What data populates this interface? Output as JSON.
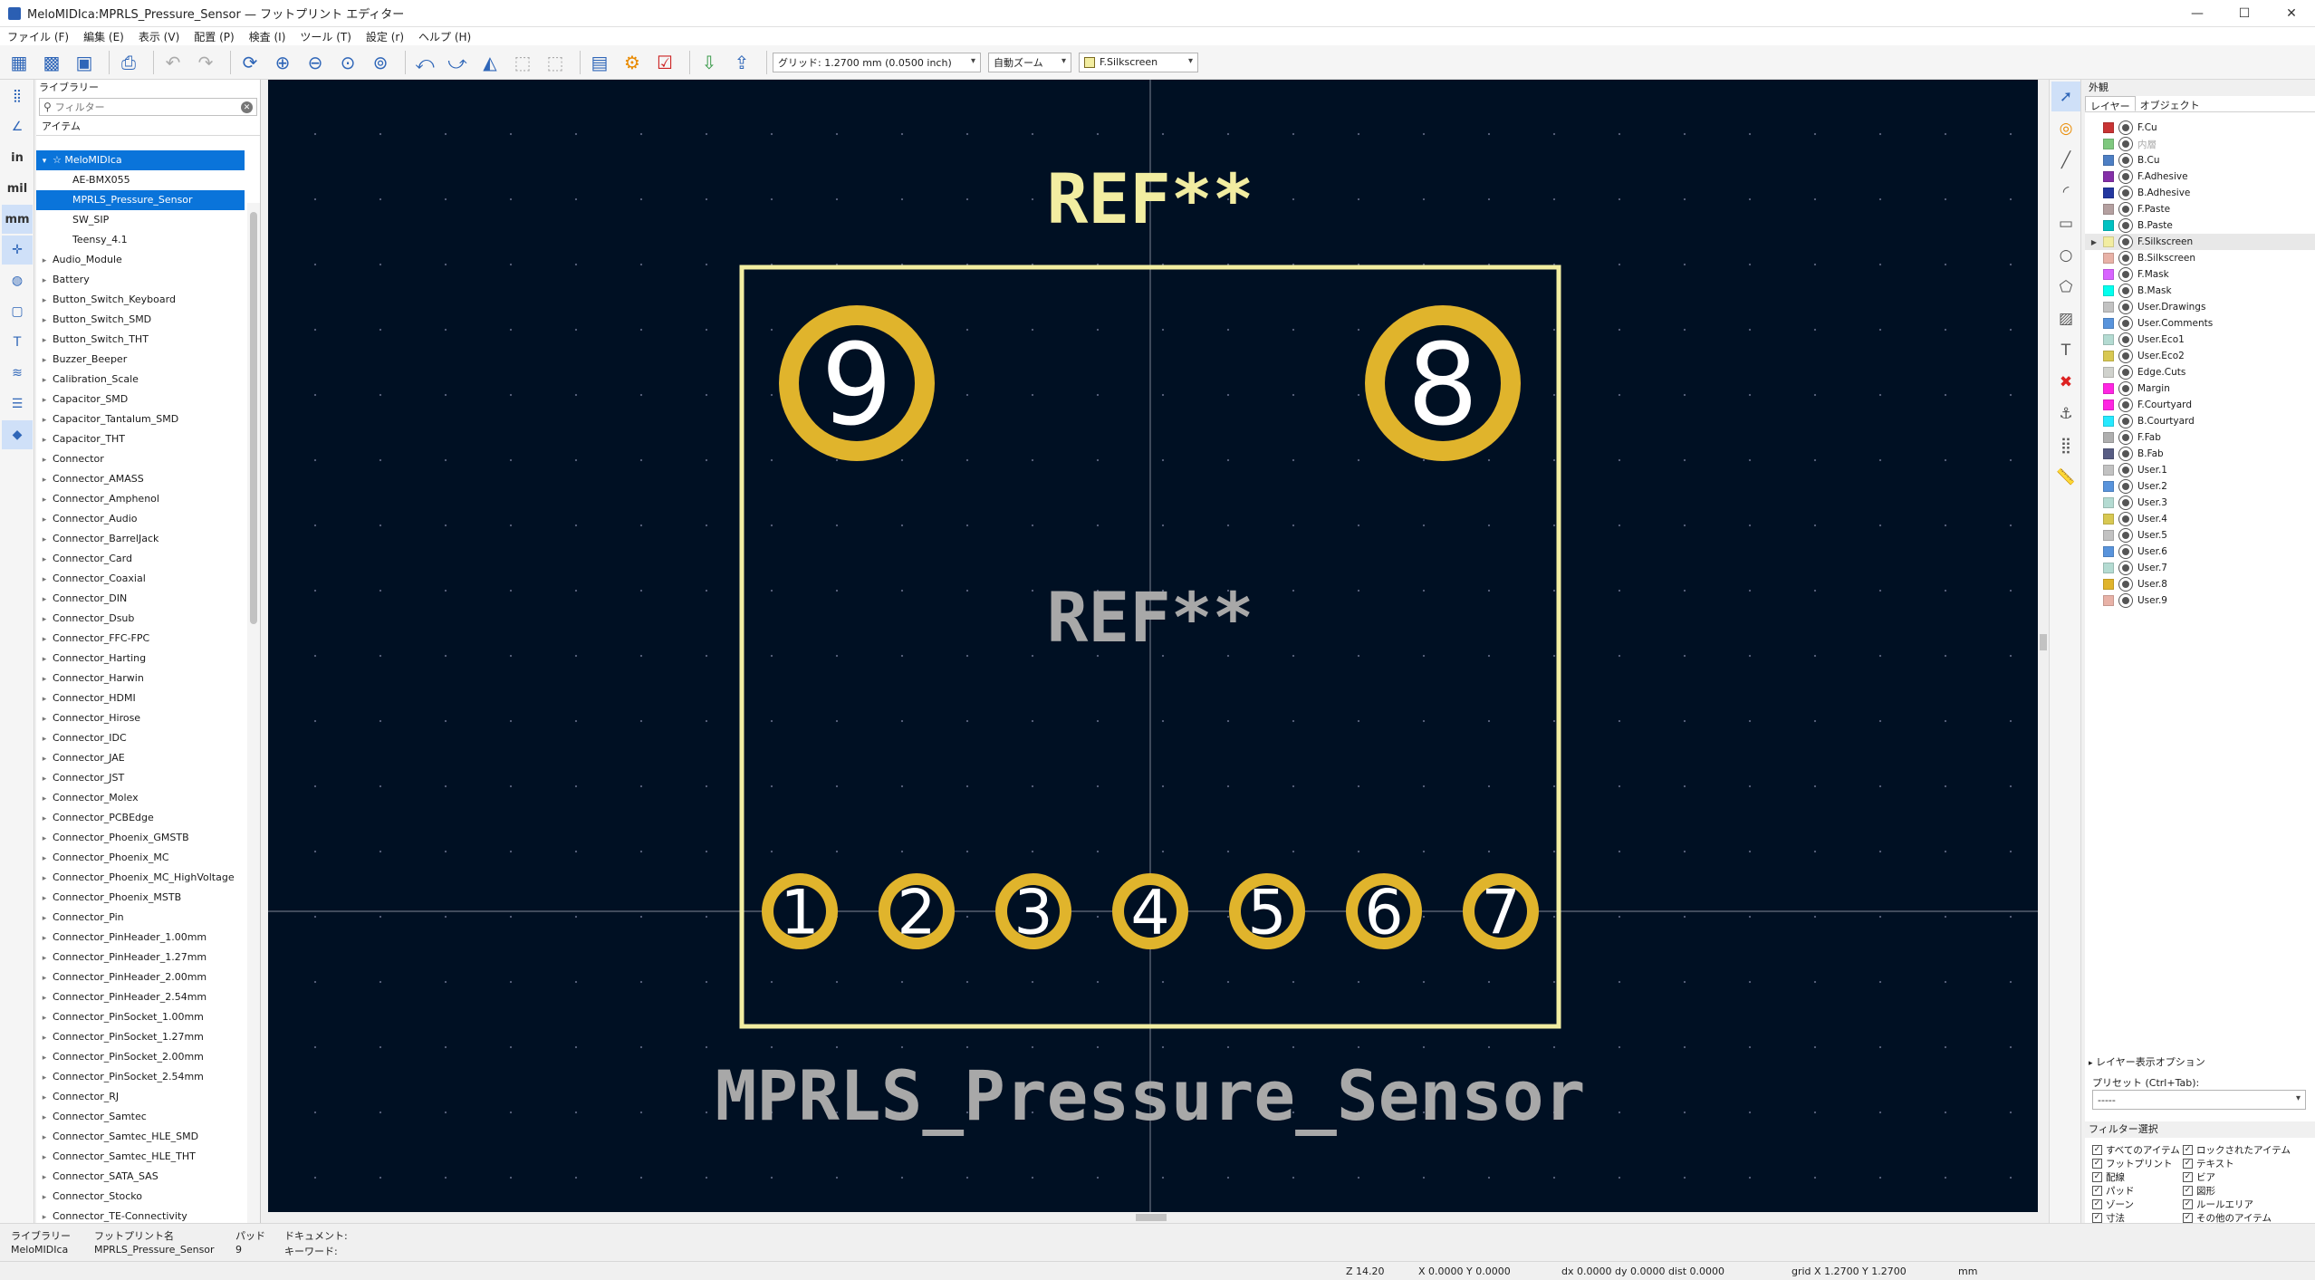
{
  "window": {
    "title": "MeloMIDIca:MPRLS_Pressure_Sensor — フットプリント エディター",
    "controls": [
      "—",
      "☐",
      "✕"
    ]
  },
  "menu": [
    "ファイル (F)",
    "編集 (E)",
    "表示 (V)",
    "配置 (P)",
    "検査 (I)",
    "ツール (T)",
    "設定 (r)",
    "ヘルプ (H)"
  ],
  "toolbar": {
    "grid_value": "グリッド: 1.2700 mm (0.0500 inch)",
    "zoom_value": "自動ズーム",
    "layer_value": "F.Silkscreen",
    "layer_color": "#f2eda1"
  },
  "left_tools": [
    "in",
    "mil",
    "mm"
  ],
  "library": {
    "panel_title": "ライブラリー",
    "filter_placeholder": "フィルター",
    "column_header": "アイテム",
    "root": "☆ MeloMIDIca",
    "children": [
      "AE-BMX055",
      "MPRLS_Pressure_Sensor",
      "SW_SIP",
      "Teensy_4.1"
    ],
    "items": [
      "Audio_Module",
      "Battery",
      "Button_Switch_Keyboard",
      "Button_Switch_SMD",
      "Button_Switch_THT",
      "Buzzer_Beeper",
      "Calibration_Scale",
      "Capacitor_SMD",
      "Capacitor_Tantalum_SMD",
      "Capacitor_THT",
      "Connector",
      "Connector_AMASS",
      "Connector_Amphenol",
      "Connector_Audio",
      "Connector_BarrelJack",
      "Connector_Card",
      "Connector_Coaxial",
      "Connector_DIN",
      "Connector_Dsub",
      "Connector_FFC-FPC",
      "Connector_Harting",
      "Connector_Harwin",
      "Connector_HDMI",
      "Connector_Hirose",
      "Connector_IDC",
      "Connector_JAE",
      "Connector_JST",
      "Connector_Molex",
      "Connector_PCBEdge",
      "Connector_Phoenix_GMSTB",
      "Connector_Phoenix_MC",
      "Connector_Phoenix_MC_HighVoltage",
      "Connector_Phoenix_MSTB",
      "Connector_Pin",
      "Connector_PinHeader_1.00mm",
      "Connector_PinHeader_1.27mm",
      "Connector_PinHeader_2.00mm",
      "Connector_PinHeader_2.54mm",
      "Connector_PinSocket_1.00mm",
      "Connector_PinSocket_1.27mm",
      "Connector_PinSocket_2.00mm",
      "Connector_PinSocket_2.54mm",
      "Connector_RJ",
      "Connector_Samtec",
      "Connector_Samtec_HLE_SMD",
      "Connector_Samtec_HLE_THT",
      "Connector_SATA_SAS",
      "Connector_Stocko",
      "Connector_TE-Connectivity"
    ]
  },
  "canvas": {
    "ref_top": "REF**",
    "ref_center": "REF**",
    "value_text": "MPRLS_Pressure_Sensor",
    "pads_bottom": [
      "1",
      "2",
      "3",
      "4",
      "5",
      "6",
      "7"
    ],
    "pads_top": [
      "9",
      "8"
    ],
    "colors": {
      "background": "#001023",
      "silkscreen": "#f2eda1",
      "pad": "#e0b42c",
      "fab_text": "#a8a8a8",
      "pad_number": "#ffffff"
    }
  },
  "appearance": {
    "panel_title": "外観",
    "tabs": [
      "レイヤー",
      "オブジェクト"
    ],
    "layers": [
      {
        "name": "F.Cu",
        "color": "#c83434"
      },
      {
        "name": "内層",
        "color": "#7fc87f",
        "dim": true
      },
      {
        "name": "B.Cu",
        "color": "#4d7fc4"
      },
      {
        "name": "F.Adhesive",
        "color": "#842fa8"
      },
      {
        "name": "B.Adhesive",
        "color": "#2438a0"
      },
      {
        "name": "F.Paste",
        "color": "#b4a0a0"
      },
      {
        "name": "B.Paste",
        "color": "#00c2c2"
      },
      {
        "name": "F.Silkscreen",
        "color": "#f2eda1",
        "selected": true
      },
      {
        "name": "B.Silkscreen",
        "color": "#e8b2a7"
      },
      {
        "name": "F.Mask",
        "color": "#d864ff"
      },
      {
        "name": "B.Mask",
        "color": "#02ffee"
      },
      {
        "name": "User.Drawings",
        "color": "#c2c2c2"
      },
      {
        "name": "User.Comments",
        "color": "#5994dc"
      },
      {
        "name": "User.Eco1",
        "color": "#b4dbd2"
      },
      {
        "name": "User.Eco2",
        "color": "#d8c852"
      },
      {
        "name": "Edge.Cuts",
        "color": "#d0d2cd"
      },
      {
        "name": "Margin",
        "color": "#ff26e2"
      },
      {
        "name": "F.Courtyard",
        "color": "#ff26e2"
      },
      {
        "name": "B.Courtyard",
        "color": "#26e9ff"
      },
      {
        "name": "F.Fab",
        "color": "#afafaf"
      },
      {
        "name": "B.Fab",
        "color": "#585d84"
      },
      {
        "name": "User.1",
        "color": "#c2c2c2"
      },
      {
        "name": "User.2",
        "color": "#5994dc"
      },
      {
        "name": "User.3",
        "color": "#b4dbd2"
      },
      {
        "name": "User.4",
        "color": "#d8c852"
      },
      {
        "name": "User.5",
        "color": "#c2c2c2"
      },
      {
        "name": "User.6",
        "color": "#5994dc"
      },
      {
        "name": "User.7",
        "color": "#b4dbd2"
      },
      {
        "name": "User.8",
        "color": "#e0b42c"
      },
      {
        "name": "User.9",
        "color": "#e8b2a7"
      }
    ],
    "layer_display_options": "レイヤー表示オプション",
    "preset_label": "プリセット (Ctrl+Tab):",
    "preset_value": "-----"
  },
  "selection_filter": {
    "title": "フィルター選択",
    "items": [
      "すべてのアイテム",
      "ロックされたアイテム",
      "フットプリント",
      "テキスト",
      "配線",
      "ビア",
      "パッド",
      "図形",
      "ゾーン",
      "ルールエリア",
      "寸法",
      "その他のアイテム"
    ]
  },
  "info": {
    "library_label": "ライブラリー",
    "library_value": "MeloMIDIca",
    "footprint_label": "フットプリント名",
    "footprint_value": "MPRLS_Pressure_Sensor",
    "pad_label": "パッド",
    "pad_value": "9",
    "doc_label": "ドキュメント:",
    "keyword_label": "キーワード:"
  },
  "status": {
    "zoom": "Z 14.20",
    "cursor": "X 0.0000  Y 0.0000",
    "delta": "dx 0.0000  dy 0.0000  dist 0.0000",
    "grid": "grid X 1.2700  Y 1.2700",
    "units": "mm"
  }
}
